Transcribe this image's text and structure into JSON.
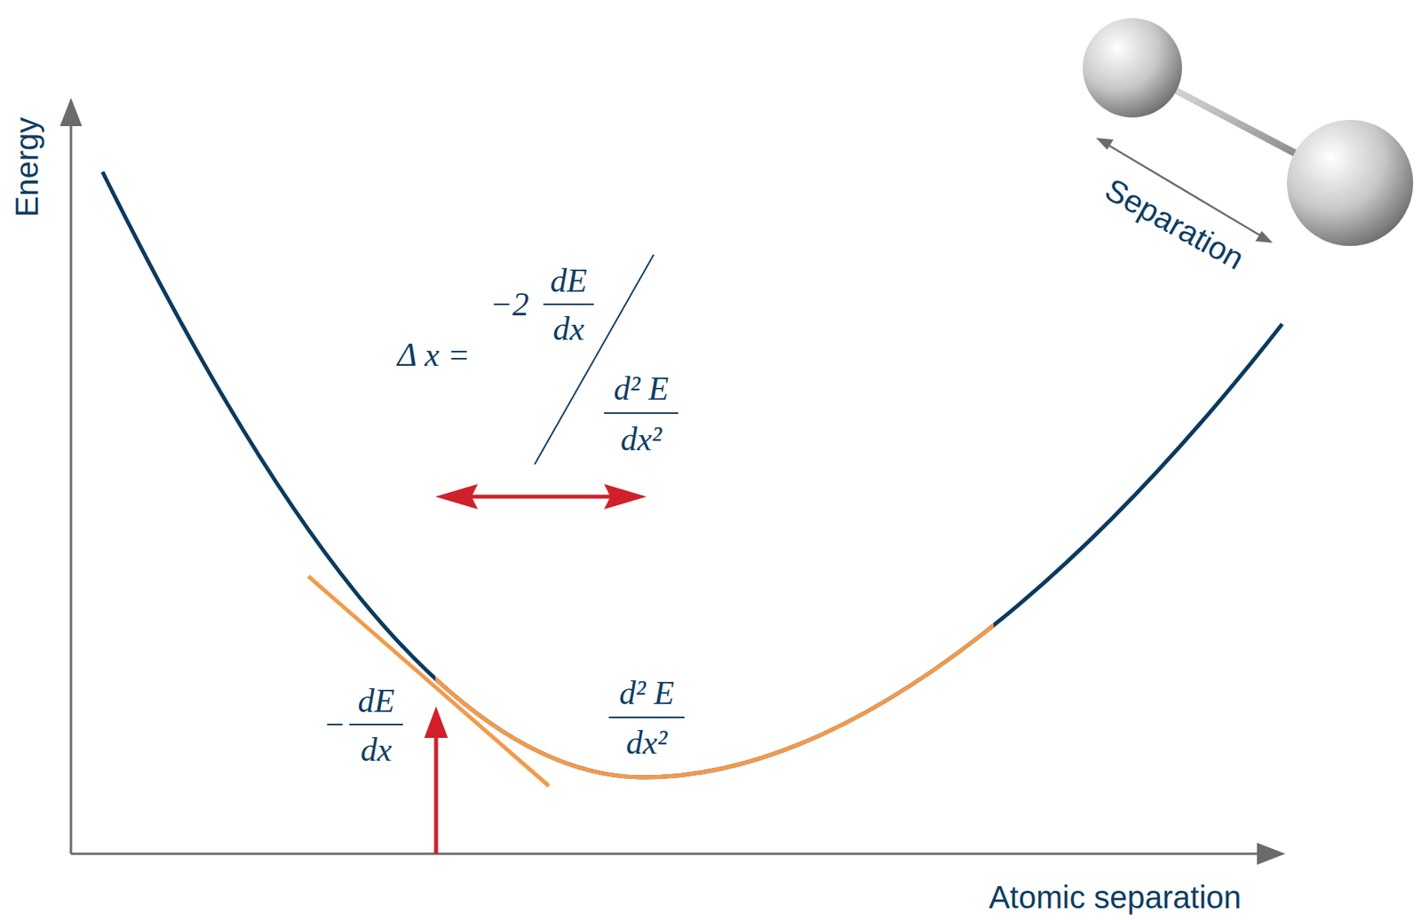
{
  "diagram": {
    "labels": [
      "Energy",
      "Atomic separation",
      "Separation",
      "Δ x =",
      "−2",
      "dE",
      "dx",
      "d² E",
      "dx²",
      "−",
      "dE",
      "dx",
      "d² E",
      "dx²"
    ]
  }
}
